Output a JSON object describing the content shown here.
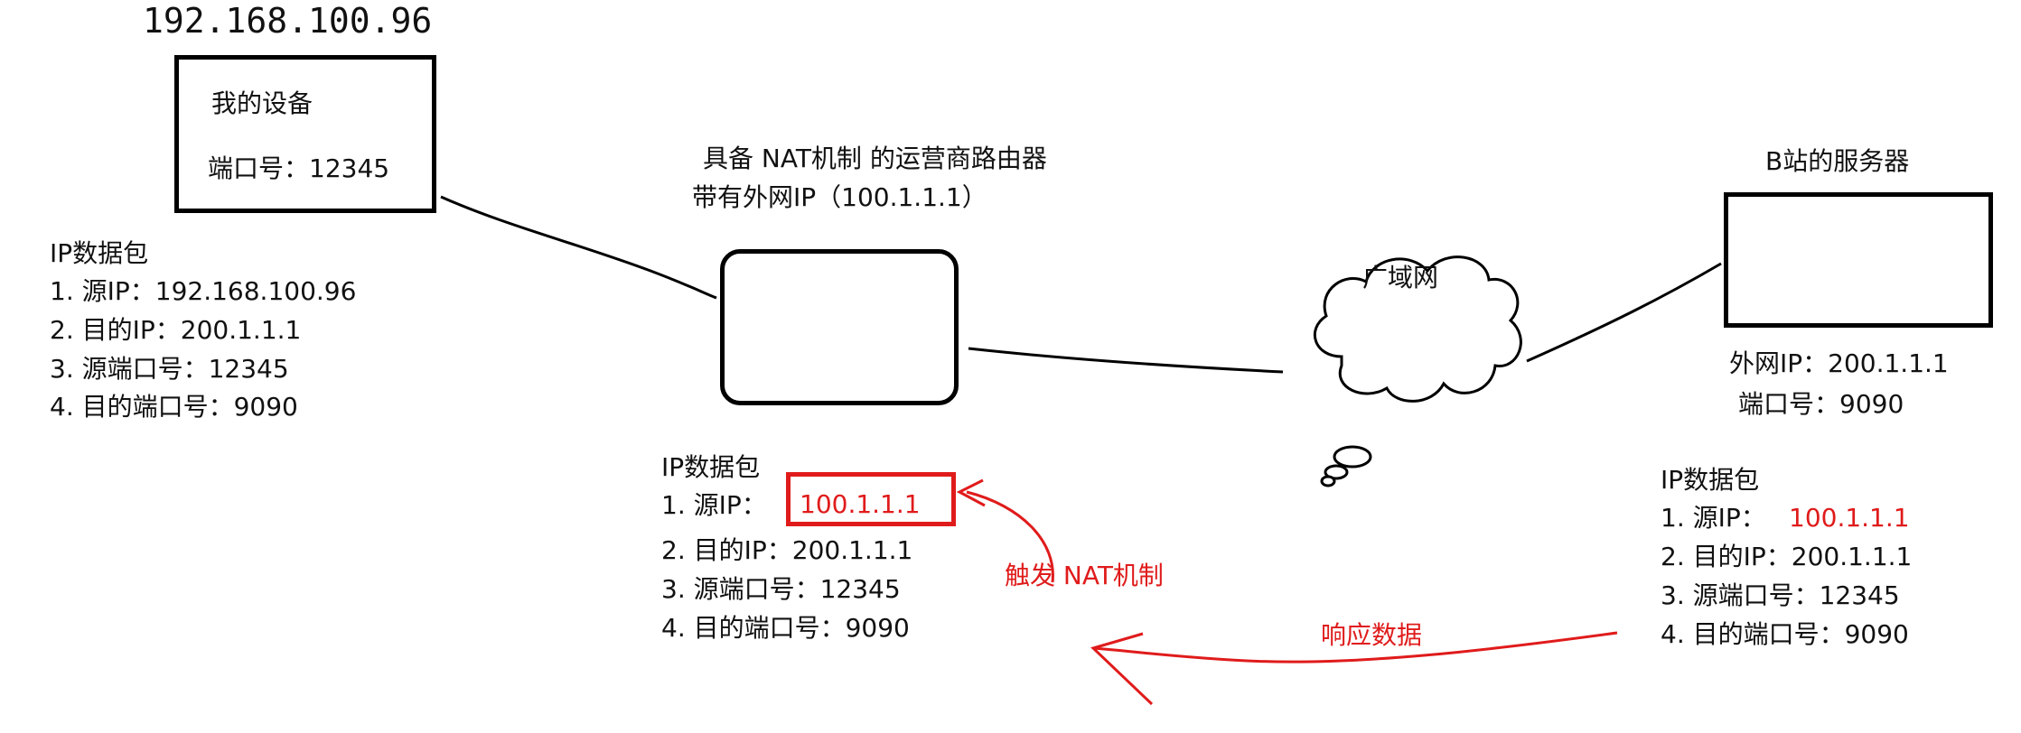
{
  "device": {
    "ip": "192.168.100.96",
    "title": "我的设备",
    "port_label": "端口号：12345"
  },
  "router": {
    "title": "具备 NAT机制 的运营商路由器",
    "public_ip": "带有外网IP（100.1.1.1）"
  },
  "wan": {
    "label": "广域网"
  },
  "server": {
    "title": "B站的服务器",
    "ip": "外网IP：200.1.1.1",
    "port": "端口号：9090"
  },
  "packet_left": {
    "title": "IP数据包",
    "items": [
      "1. 源IP：192.168.100.96",
      "2. 目的IP：200.1.1.1",
      "3. 源端口号：12345",
      "4. 目的端口号：9090"
    ]
  },
  "packet_middle": {
    "title": "IP数据包",
    "src_prefix": "1. 源IP：",
    "src_value": "100.1.1.1",
    "items": [
      "2. 目的IP：200.1.1.1",
      "3. 源端口号：12345",
      "4. 目的端口号：9090"
    ]
  },
  "packet_right": {
    "title": "IP数据包",
    "src_prefix": "1. 源IP：",
    "src_value": "100.1.1.1",
    "items": [
      "2. 目的IP：200.1.1.1",
      "3. 源端口号：12345",
      "4. 目的端口号：9090"
    ]
  },
  "annotations": {
    "nat_trigger": "触发 NAT机制",
    "response": "响应数据"
  },
  "colors": {
    "highlight": "#e01b1b",
    "ink": "#000000"
  }
}
